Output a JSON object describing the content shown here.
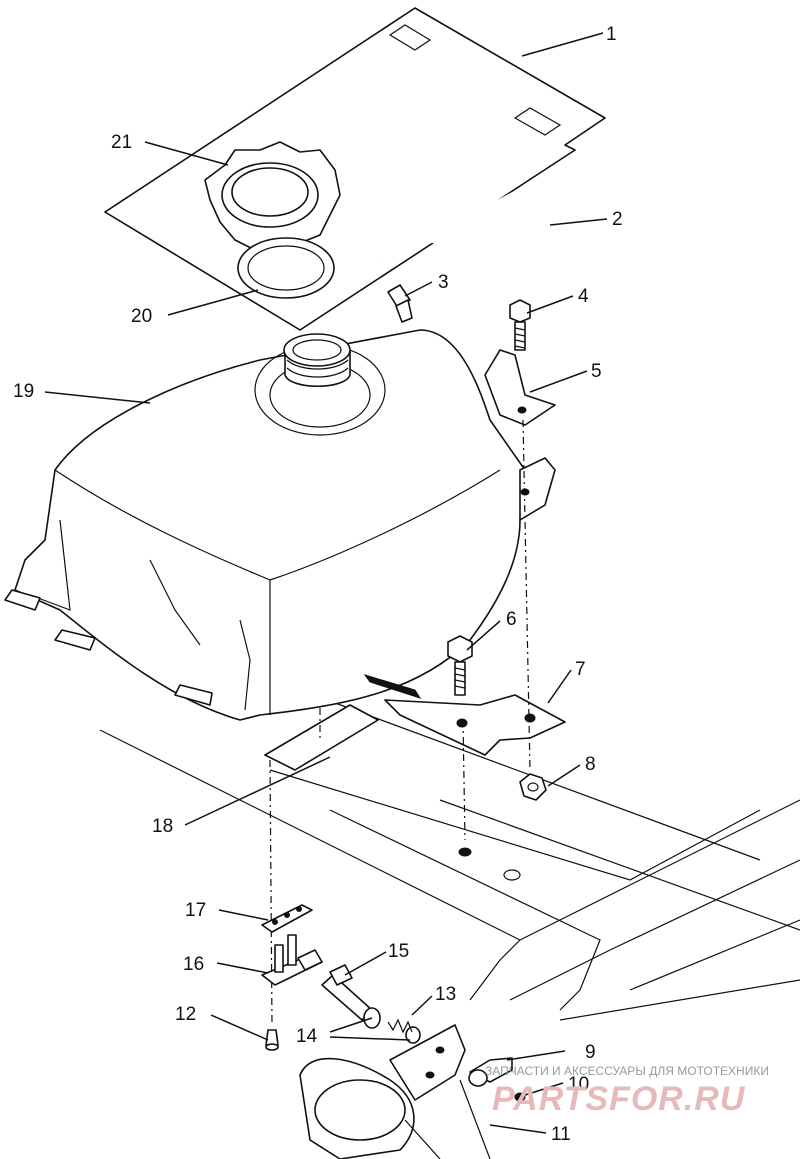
{
  "callouts": [
    {
      "id": "1",
      "text": "1"
    },
    {
      "id": "2",
      "text": "2"
    },
    {
      "id": "3",
      "text": "3"
    },
    {
      "id": "4",
      "text": "4"
    },
    {
      "id": "5",
      "text": "5"
    },
    {
      "id": "6",
      "text": "6"
    },
    {
      "id": "7",
      "text": "7"
    },
    {
      "id": "8",
      "text": "8"
    },
    {
      "id": "9",
      "text": "9"
    },
    {
      "id": "10",
      "text": "10"
    },
    {
      "id": "11",
      "text": "11"
    },
    {
      "id": "12",
      "text": "12"
    },
    {
      "id": "13",
      "text": "13"
    },
    {
      "id": "14",
      "text": "14"
    },
    {
      "id": "15",
      "text": "15"
    },
    {
      "id": "16",
      "text": "16"
    },
    {
      "id": "17",
      "text": "17"
    },
    {
      "id": "18",
      "text": "18"
    },
    {
      "id": "19",
      "text": "19"
    },
    {
      "id": "20",
      "text": "20"
    },
    {
      "id": "21",
      "text": "21"
    }
  ],
  "watermark": {
    "tagline": "ЗАПЧАСТИ И АКСЕССУАРЫ ДЛЯ МОТОТЕХНИКИ",
    "logo": "PARTSFOR.RU"
  }
}
